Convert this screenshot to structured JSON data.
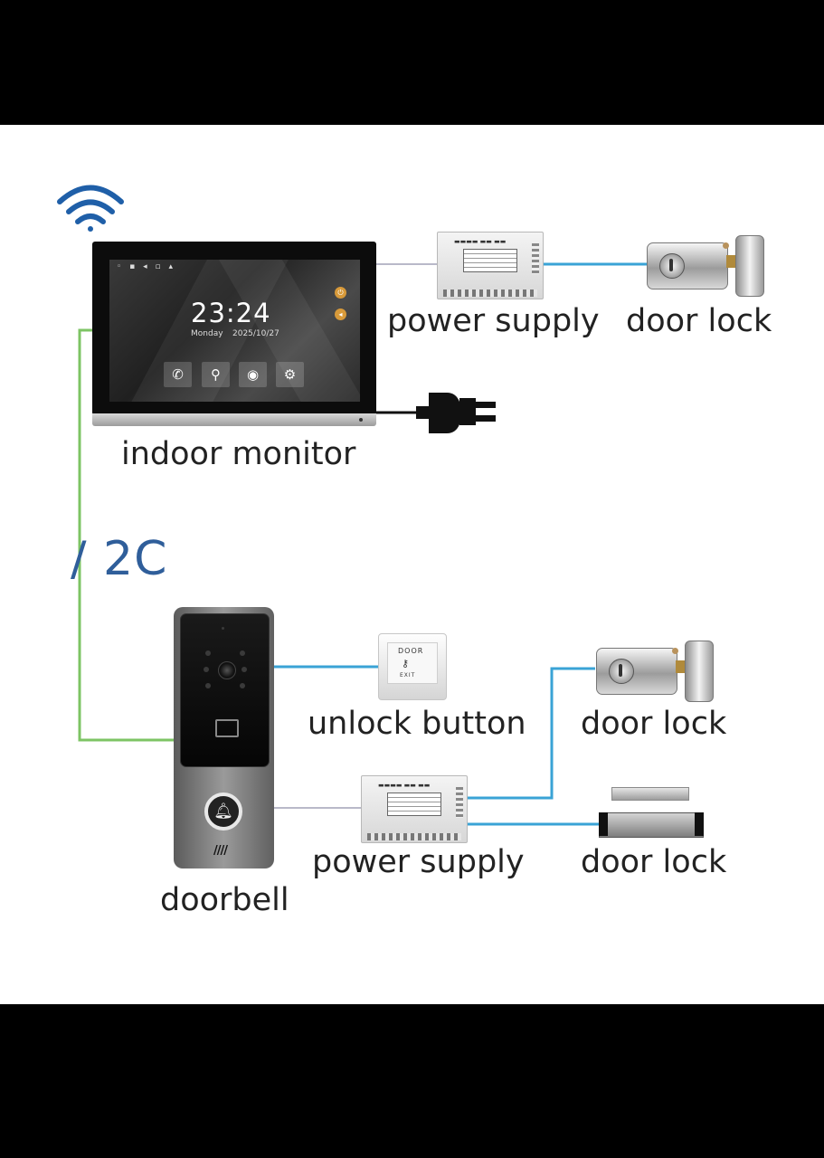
{
  "labels": {
    "monitor_power_supply": "power supply",
    "monitor_door_lock": "door lock",
    "indoor_monitor": "indoor monitor",
    "bus": "/ 2C",
    "unlock_button": "unlock button",
    "door_lock_rim": "door lock",
    "doorbell_power_supply": "power supply",
    "door_lock_magnetic": "door lock",
    "doorbell": "doorbell"
  },
  "monitor_screen": {
    "time": "23:24",
    "day": "Monday",
    "date": "2025/10/27"
  },
  "exit_button": {
    "top_text": "DOOR",
    "bottom_text": "EXIT"
  },
  "colors": {
    "bus_wire": "#7dc464",
    "data_wire": "#3aa3d6",
    "power_wire": "#b9b9c9",
    "bus_label": "#2f5e9a"
  },
  "icons": [
    "wifi-icon",
    "power-plug-icon",
    "phone-icon",
    "walk-icon",
    "camera-icon",
    "settings-icon",
    "bell-icon",
    "card-reader-icon",
    "key-icon"
  ]
}
